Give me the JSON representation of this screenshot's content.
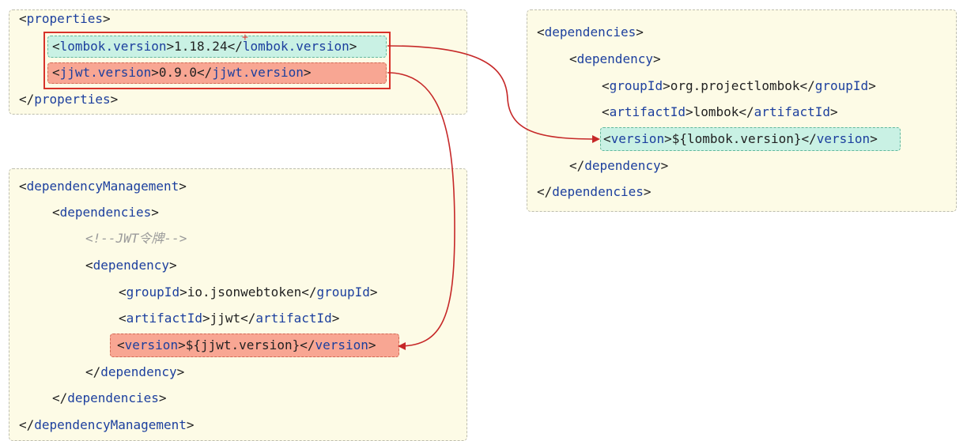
{
  "properties_block": {
    "open": "properties",
    "close": "properties",
    "lombok": {
      "tag": "lombok.version",
      "value": "1.18.24"
    },
    "jjwt": {
      "tag": "jjwt.version",
      "value": "0.9.0"
    }
  },
  "dependencies_block": {
    "dependencies_tag": "dependencies",
    "dependency_tag": "dependency",
    "group_tag": "groupId",
    "group_value": "org.projectlombok",
    "artifact_tag": "artifactId",
    "artifact_value": "lombok",
    "version_tag": "version",
    "version_value": "${lombok.version}"
  },
  "management_block": {
    "management_tag": "dependencyManagement",
    "dependencies_tag": "dependencies",
    "comment": "<!--JWT令牌-->",
    "dependency_tag": "dependency",
    "group_tag": "groupId",
    "group_value": "io.jsonwebtoken",
    "artifact_tag": "artifactId",
    "artifact_value": "jjwt",
    "version_tag": "version",
    "version_value": "${jjwt.version}"
  },
  "colors": {
    "panel_bg": "#fdfbe6",
    "tag": "#1c3f9e",
    "highlight_green": "#c9f1e4",
    "highlight_red": "#f8a693",
    "arrow_red": "#c62828"
  }
}
